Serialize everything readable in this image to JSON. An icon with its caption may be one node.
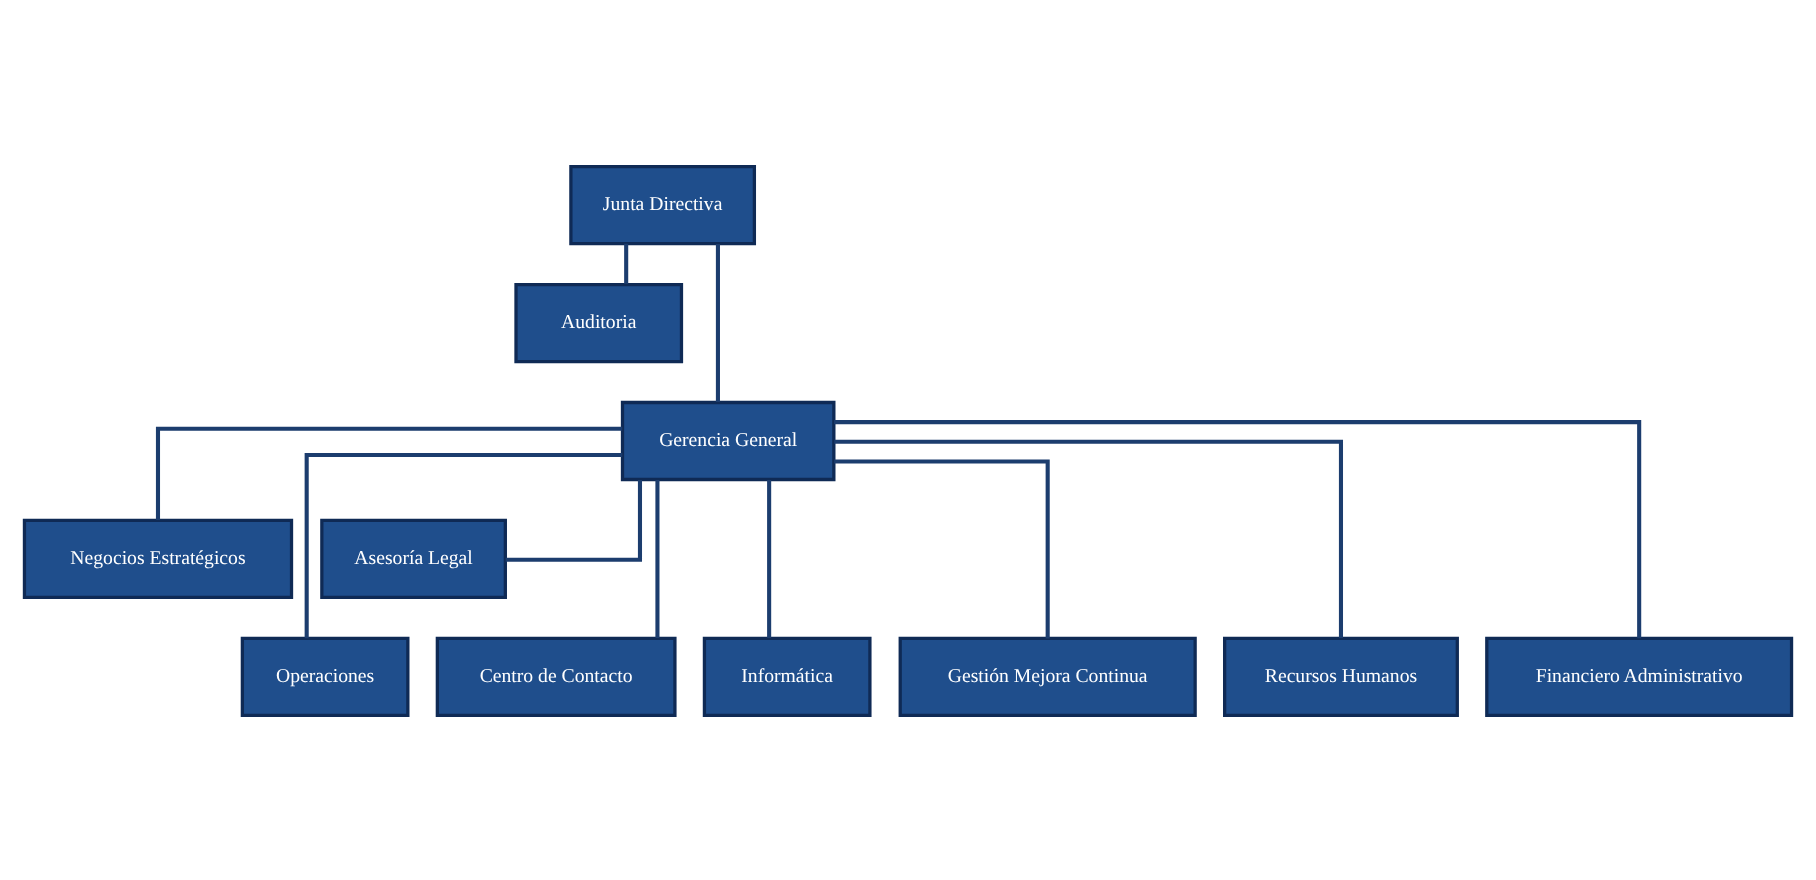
{
  "diagram": {
    "nodes": [
      {
        "text": [
          "Junta Directiva"
        ]
      },
      {
        "text": [
          "Auditoria"
        ]
      },
      {
        "text": [
          "Gerencia General"
        ]
      },
      {
        "text": [
          "Negocios Estratégicos"
        ]
      },
      {
        "text": [
          "Asesoría Legal"
        ]
      },
      {
        "text": [
          "Operaciones"
        ]
      },
      {
        "text": [
          "Centro de Contacto"
        ]
      },
      {
        "text": [
          "Informática"
        ]
      },
      {
        "text": [
          "Gestión Mejora Continua"
        ]
      },
      {
        "text": [
          "Recursos Humanos"
        ]
      },
      {
        "text": [
          "Financiero Administrativo"
        ]
      }
    ],
    "edges": [
      {
        "from": 0,
        "to": 1,
        "arrow": "none"
      },
      {
        "from": 0,
        "to": 2,
        "arrow": "none"
      },
      {
        "from": 2,
        "to": 3,
        "arrow": "none"
      },
      {
        "from": 2,
        "to": 4,
        "arrow": "none"
      },
      {
        "from": 2,
        "to": 5,
        "arrow": "none"
      },
      {
        "from": 2,
        "to": 6,
        "arrow": "none"
      },
      {
        "from": 2,
        "to": 7,
        "arrow": "none"
      },
      {
        "from": 2,
        "to": 8,
        "arrow": "none"
      },
      {
        "from": 2,
        "to": 9,
        "arrow": "none"
      },
      {
        "from": 2,
        "to": 10,
        "arrow": "none"
      }
    ]
  }
}
